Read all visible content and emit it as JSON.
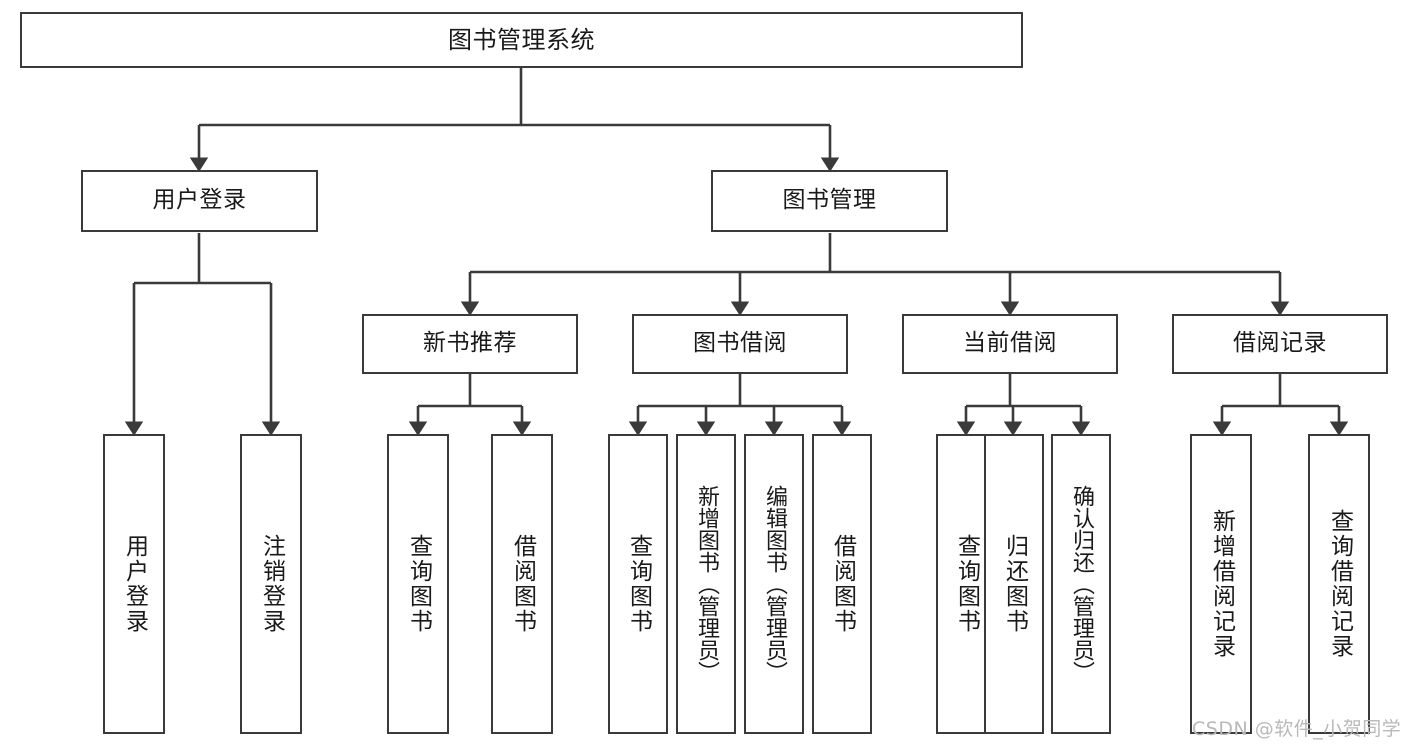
{
  "diagram": {
    "title": "图书管理系统",
    "type": "tree-hierarchy",
    "root": {
      "label": "图书管理系统"
    },
    "level2": [
      {
        "label": "用户登录"
      },
      {
        "label": "图书管理"
      }
    ],
    "level3": [
      {
        "label": "新书推荐"
      },
      {
        "label": "图书借阅"
      },
      {
        "label": "当前借阅"
      },
      {
        "label": "借阅记录"
      }
    ],
    "leaves": {
      "user_login": [
        {
          "label": "用户登录"
        },
        {
          "label": "注销登录"
        }
      ],
      "new_book_recommend": [
        {
          "label": "查询图书"
        },
        {
          "label": "借阅图书"
        }
      ],
      "book_borrow": [
        {
          "label": "查询图书"
        },
        {
          "label": "新增图书（管理员）"
        },
        {
          "label": "编辑图书（管理员）"
        },
        {
          "label": "借阅图书"
        }
      ],
      "current_borrow": [
        {
          "label": "查询图书"
        },
        {
          "label": "归还图书"
        },
        {
          "label": "确认归还（管理员）"
        }
      ],
      "borrow_record": [
        {
          "label": "新增借阅记录"
        },
        {
          "label": "查询借阅记录"
        }
      ]
    }
  },
  "watermark": {
    "text": "CSDN @软件_小贺同学"
  },
  "colors": {
    "stroke": "#3a3a3a",
    "text": "#1a1a1a",
    "background": "#ffffff",
    "watermark": "#b9b9b9"
  }
}
